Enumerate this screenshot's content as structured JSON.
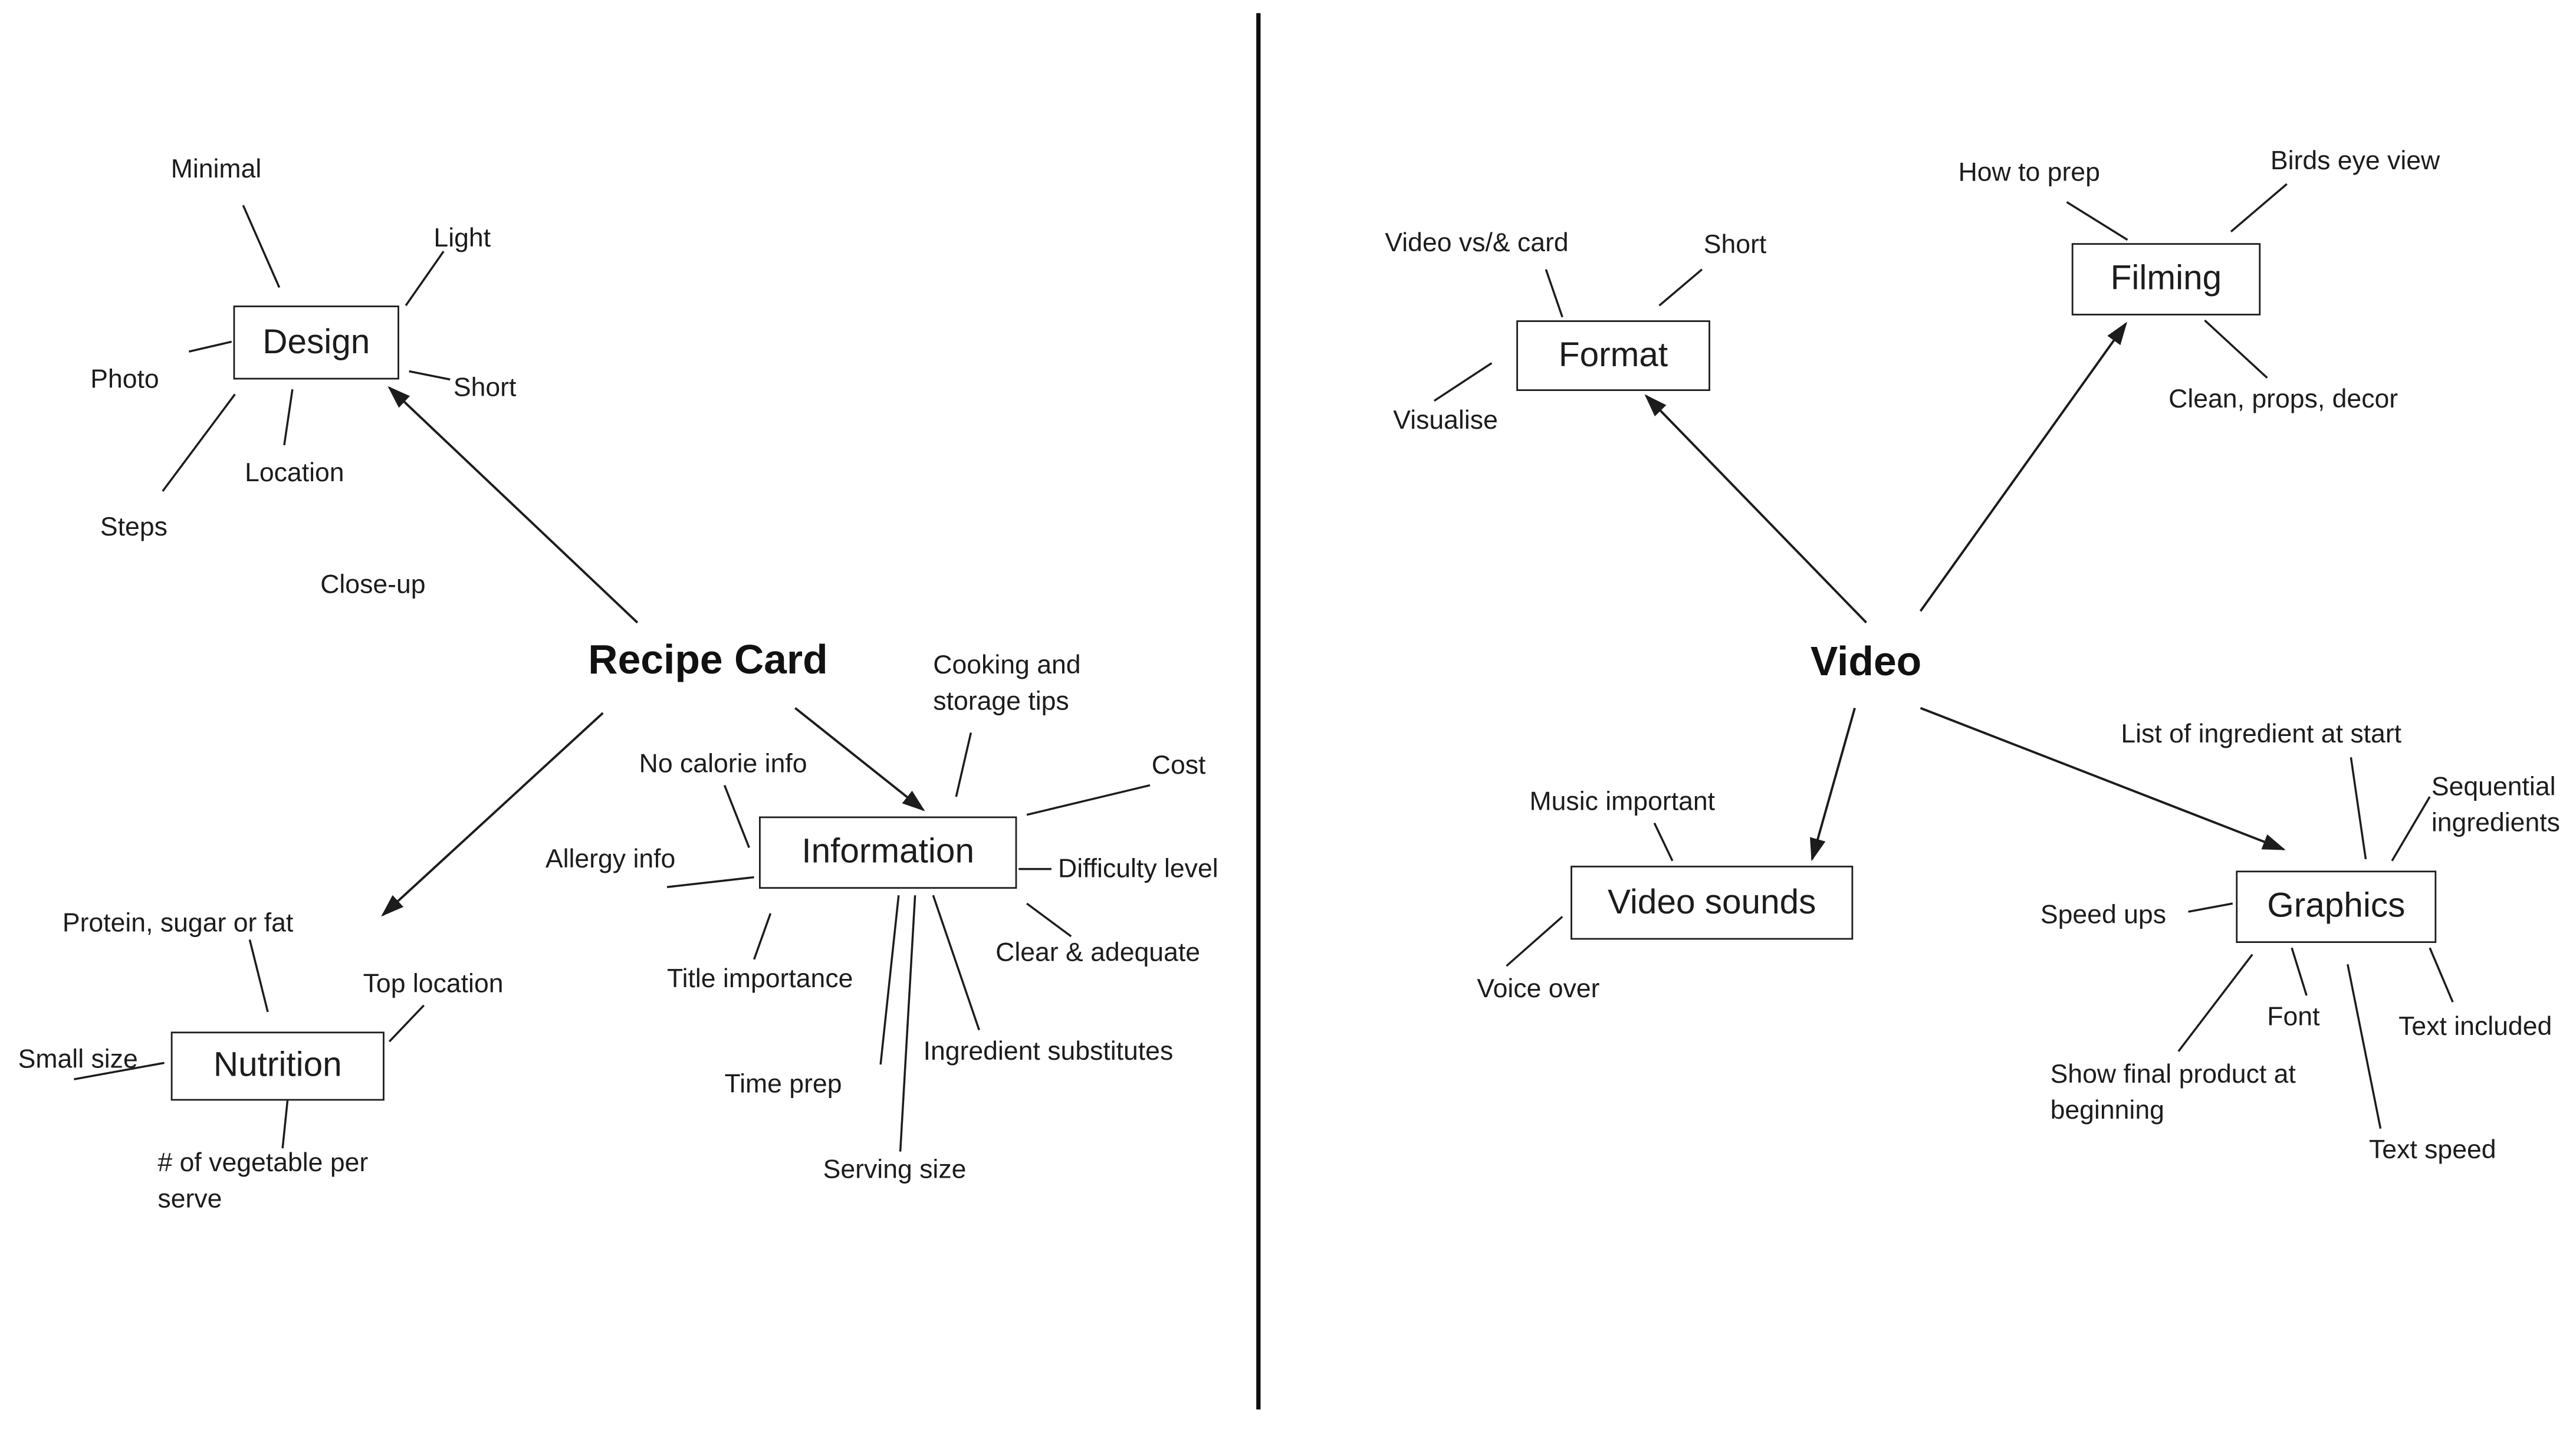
{
  "diagram": {
    "type": "mind-map",
    "panel_count": 2,
    "colors": {
      "ink": "#1c1c1c",
      "background": "#ffffff"
    }
  },
  "left": {
    "root_label": "Recipe Card",
    "design": {
      "title": "Design",
      "leaves": {
        "minimal": "Minimal",
        "light": "Light",
        "photo": "Photo",
        "short": "Short",
        "location": "Location",
        "steps": "Steps",
        "close_up": "Close-up"
      }
    },
    "information": {
      "title": "Information",
      "leaves": {
        "cooking": "Cooking and storage tips",
        "cost": "Cost",
        "no_calorie": "No calorie info",
        "allergy": "Allergy info",
        "difficulty": "Difficulty level",
        "clear": "Clear & adequate",
        "title_importance": "Title importance",
        "ingredient_subs": "Ingredient substitutes",
        "time_prep": "Time prep",
        "serving": "Serving size"
      }
    },
    "nutrition": {
      "title": "Nutrition",
      "leaves": {
        "protein": "Protein, sugar or fat",
        "top_location": "Top location",
        "small_size": "Small size",
        "veg": "# of vegetable per serve"
      }
    }
  },
  "right": {
    "root_label": "Video",
    "format": {
      "title": "Format",
      "leaves": {
        "vs_card": "Video vs/& card",
        "short": "Short",
        "visualise": "Visualise"
      }
    },
    "filming": {
      "title": "Filming",
      "leaves": {
        "how_to_prep": "How to prep",
        "birds_eye": "Birds eye view",
        "clean": "Clean, props, decor"
      }
    },
    "sounds": {
      "title": "Video sounds",
      "leaves": {
        "music": "Music important",
        "voice": "Voice over"
      }
    },
    "graphics": {
      "title": "Graphics",
      "leaves": {
        "list_start": "List of ingredient at start",
        "sequential": "Sequential ingredients",
        "speed_ups": "Speed ups",
        "font": "Font",
        "text_included": "Text included",
        "show_final": "Show final product at beginning",
        "text_speed": "Text speed"
      }
    }
  }
}
